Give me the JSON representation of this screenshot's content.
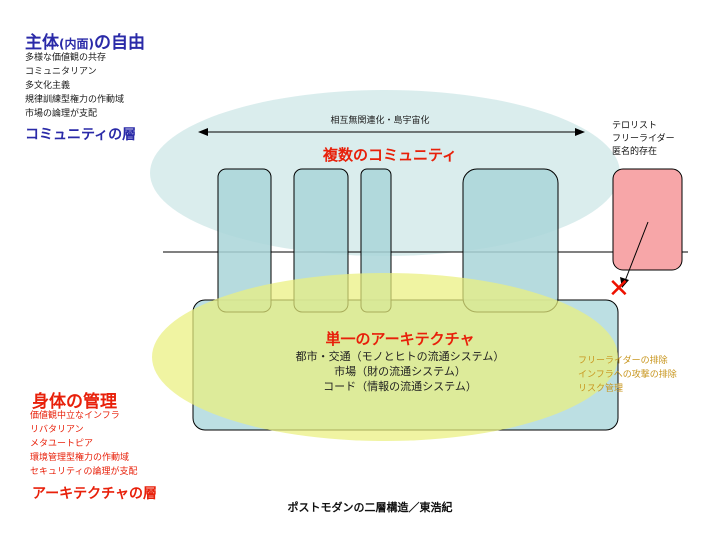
{
  "top_left": {
    "title_main": "主体",
    "title_paren": "(内面)",
    "title_rest": "の自由",
    "items": [
      "多様な価値観の共存",
      "コミュニタリアン",
      "多文化主義",
      "規律訓練型権力の作動域",
      "市場の論理が支配"
    ],
    "layer_label": "コミュニティの層"
  },
  "bottom_left": {
    "title": "身体の管理",
    "items": [
      "価値観中立なインフラ",
      "リバタリアン",
      "メタユートピア",
      "環境管理型権力の作動域",
      "セキュリティの論理が支配"
    ],
    "layer_label": "アーキテクチャの層"
  },
  "community": {
    "arrow_label": "相互無関連化・島宇宙化",
    "title": "複数のコミュニティ"
  },
  "architecture": {
    "title": "単一のアーキテクチャ",
    "items": [
      "都市・交通（モノとヒトの流通システム）",
      "市場（財の流通システム）",
      "コード（情報の流通システム）"
    ]
  },
  "outsider": {
    "items": [
      "テロリスト",
      "フリーライダー",
      "匿名的存在"
    ]
  },
  "exclusion": {
    "items": [
      "フリーライダーの排除",
      "インフラへの攻撃の排除",
      "リスク管理"
    ],
    "mark": "✕"
  },
  "caption": "ポストモダンの二層構造／東浩紀",
  "colors": {
    "blue_title": "#2a2aa8",
    "red_title": "#e8200a",
    "cyan_fill": "#a9d6d8",
    "ellipse_fill": "#d8ecec",
    "yellow_fill": "#e6ef8a",
    "pink_fill": "#f7a6a8",
    "orange_text": "#c8961e"
  }
}
